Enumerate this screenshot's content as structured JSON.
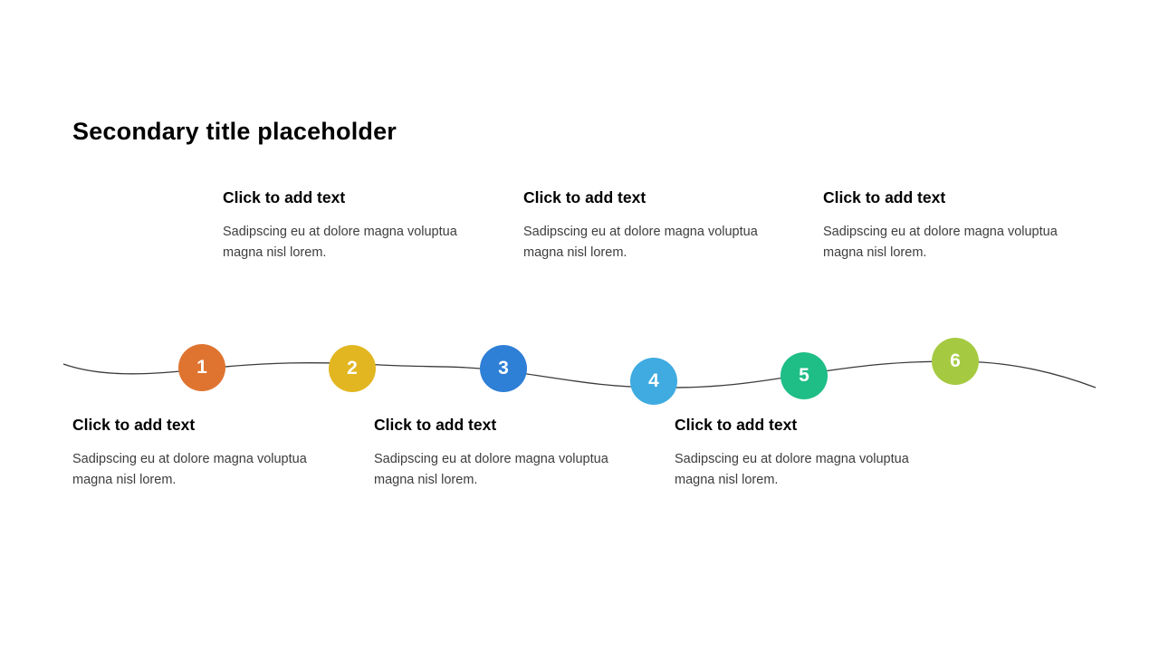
{
  "slide": {
    "title": "Secondary title placeholder",
    "background_color": "#ffffff"
  },
  "timeline": {
    "line_color": "#3b3b3b",
    "steps": [
      {
        "number": "1",
        "color": "#df7430"
      },
      {
        "number": "2",
        "color": "#e2b621"
      },
      {
        "number": "3",
        "color": "#2e7fd6"
      },
      {
        "number": "4",
        "color": "#3fabe0"
      },
      {
        "number": "5",
        "color": "#1ebe86"
      },
      {
        "number": "6",
        "color": "#a5ca41"
      }
    ]
  },
  "top_blocks": [
    {
      "heading": "Click to add text",
      "body": "Sadipscing eu at dolore magna voluptua magna nisl lorem."
    },
    {
      "heading": "Click to add text",
      "body": "Sadipscing eu at dolore magna voluptua magna nisl lorem."
    },
    {
      "heading": "Click to add text",
      "body": "Sadipscing eu at dolore magna voluptua magna nisl lorem."
    }
  ],
  "bottom_blocks": [
    {
      "heading": "Click to add text",
      "body": "Sadipscing eu at dolore magna voluptua magna nisl lorem."
    },
    {
      "heading": "Click to add text",
      "body": "Sadipscing eu at dolore magna voluptua magna nisl lorem."
    },
    {
      "heading": "Click to add text",
      "body": "Sadipscing eu at dolore magna voluptua magna nisl lorem."
    }
  ]
}
